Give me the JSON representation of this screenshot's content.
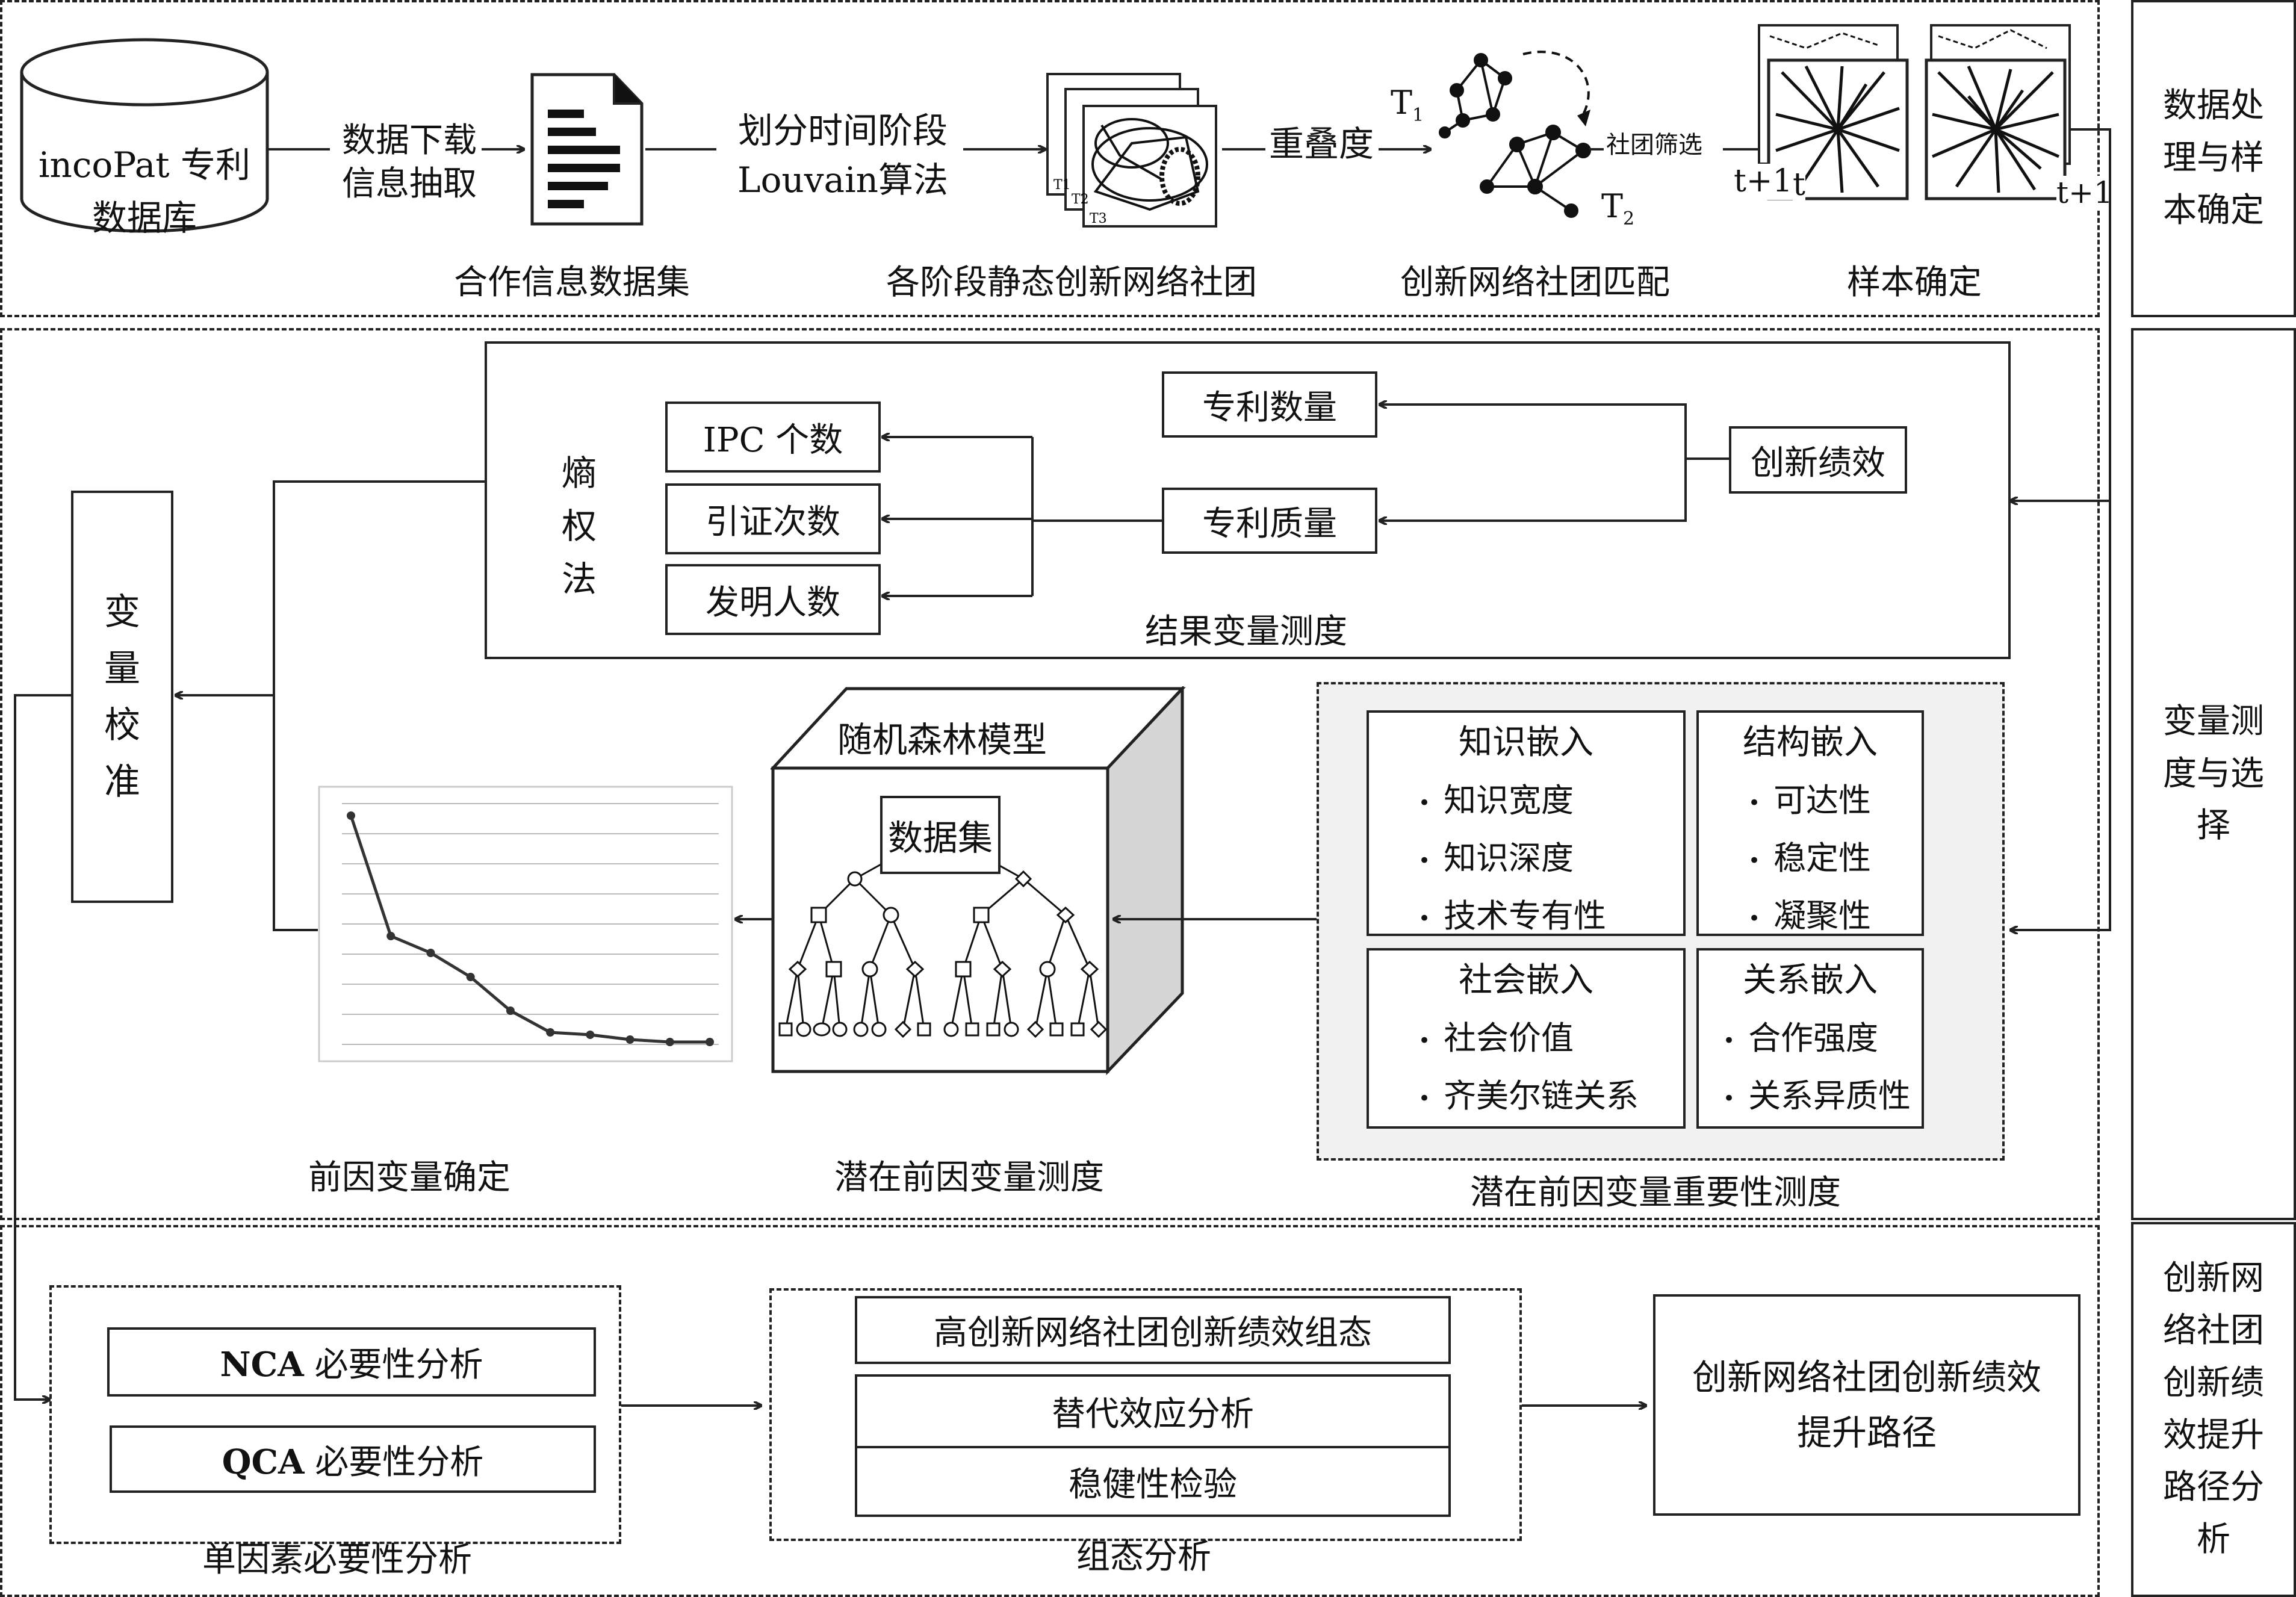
{
  "stages": {
    "s1": "数据处理与样本确定",
    "s2": "变量测度与选择",
    "s3": "创新网络社团创新绩效提升路径分析"
  },
  "row1": {
    "db_line1": "incoPat 专利",
    "db_line2": "数据库",
    "arrow1_line1": "数据下载",
    "arrow1_line2": "信息抽取",
    "arrow2_line1": "划分时间阶段",
    "arrow2_line2": "Louvain算法",
    "overlap": "重叠度",
    "filter": "社团筛选",
    "t1": "T",
    "t1_sub": "1",
    "t2": "T",
    "t2_sub": "2",
    "tp1a": "t+1",
    "ta": "t",
    "tp1b": "t+1",
    "cap1": "合作信息数据集",
    "cap2": "各阶段静态创新网络社团",
    "cap3": "创新网络社团匹配",
    "cap4": "样本确定",
    "stack_labels": [
      "T1",
      "T2",
      "T3"
    ]
  },
  "row2": {
    "entropy": "熵权法",
    "ipc": "IPC 个数",
    "cite": "引证次数",
    "inventor": "发明人数",
    "patent_num": "专利数量",
    "patent_quality": "专利质量",
    "perf": "创新绩效",
    "outcome_caption": "结果变量测度",
    "calib": "变量校准",
    "rf_title": "随机森林模型",
    "dataset": "数据集",
    "antecedent_caption": "前因变量确定",
    "latent_caption": "潜在前因变量测度",
    "importance_caption": "潜在前因变量重要性测度",
    "knowledge": {
      "title": "知识嵌入",
      "items": [
        "知识宽度",
        "知识深度",
        "技术专有性"
      ]
    },
    "structure": {
      "title": "结构嵌入",
      "items": [
        "可达性",
        "稳定性",
        "凝聚性"
      ]
    },
    "social": {
      "title": "社会嵌入",
      "items": [
        "社会价值",
        "齐美尔链关系"
      ]
    },
    "relation": {
      "title": "关系嵌入",
      "items": [
        "合作强度",
        "关系异质性"
      ]
    }
  },
  "row3": {
    "nca_bold": "NCA",
    "nca_rest": " 必要性分析",
    "qca_bold": "QCA",
    "qca_rest": " 必要性分析",
    "single_caption": "单因素必要性分析",
    "config1": "高创新网络社团创新绩效组态",
    "config2": "替代效应分析",
    "config3": "稳健性检验",
    "config_caption": "组态分析",
    "result_line1": "创新网络社团创新绩效",
    "result_line2": "提升路径"
  },
  "chart_data": {
    "type": "line",
    "x": [
      1,
      2,
      3,
      4,
      5,
      6,
      7,
      8,
      9,
      10
    ],
    "values": [
      0.95,
      0.45,
      0.38,
      0.28,
      0.14,
      0.05,
      0.04,
      0.02,
      0.01,
      0.01
    ],
    "grid": true,
    "title": "",
    "xlabel": "",
    "ylabel": ""
  }
}
